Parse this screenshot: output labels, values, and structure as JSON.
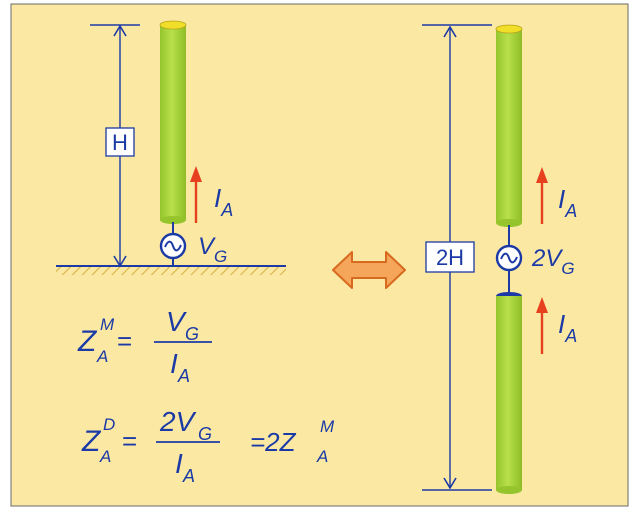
{
  "colors": {
    "background": "#fbe9a3",
    "border": "#6a6a6a",
    "text": "#1c3aa6",
    "conductor": "#a9d63a",
    "conductor_cap": "#f0de28",
    "current_arrow": "#e6401f",
    "ground": "#d8b24a",
    "double_arrow_fill": "#f5a65a",
    "double_arrow_stroke": "#d76a1f"
  },
  "monopole": {
    "height_label": "H",
    "current_label": "I",
    "current_sub": "A",
    "source_label": "V",
    "source_sub": "G"
  },
  "dipole": {
    "height_label": "2H",
    "upper_current_label": "I",
    "upper_current_sub": "A",
    "lower_current_label": "I",
    "lower_current_sub": "A",
    "source_label": "2V",
    "source_sub": "G"
  },
  "equation_monopole": {
    "lhs": "Z",
    "lhs_sup": "M",
    "lhs_sub": "A",
    "equals": "=",
    "numerator": "V",
    "numerator_sub": "G",
    "denominator": "I",
    "denominator_sub": "A"
  },
  "equation_dipole": {
    "lhs": "Z",
    "lhs_sup": "D",
    "lhs_sub": "A",
    "equals": "=",
    "numerator": "2V",
    "numerator_sub": "G",
    "denominator": "I",
    "denominator_sub": "A",
    "result_prefix": "=2Z",
    "result_sup": "M",
    "result_sub": "A"
  }
}
